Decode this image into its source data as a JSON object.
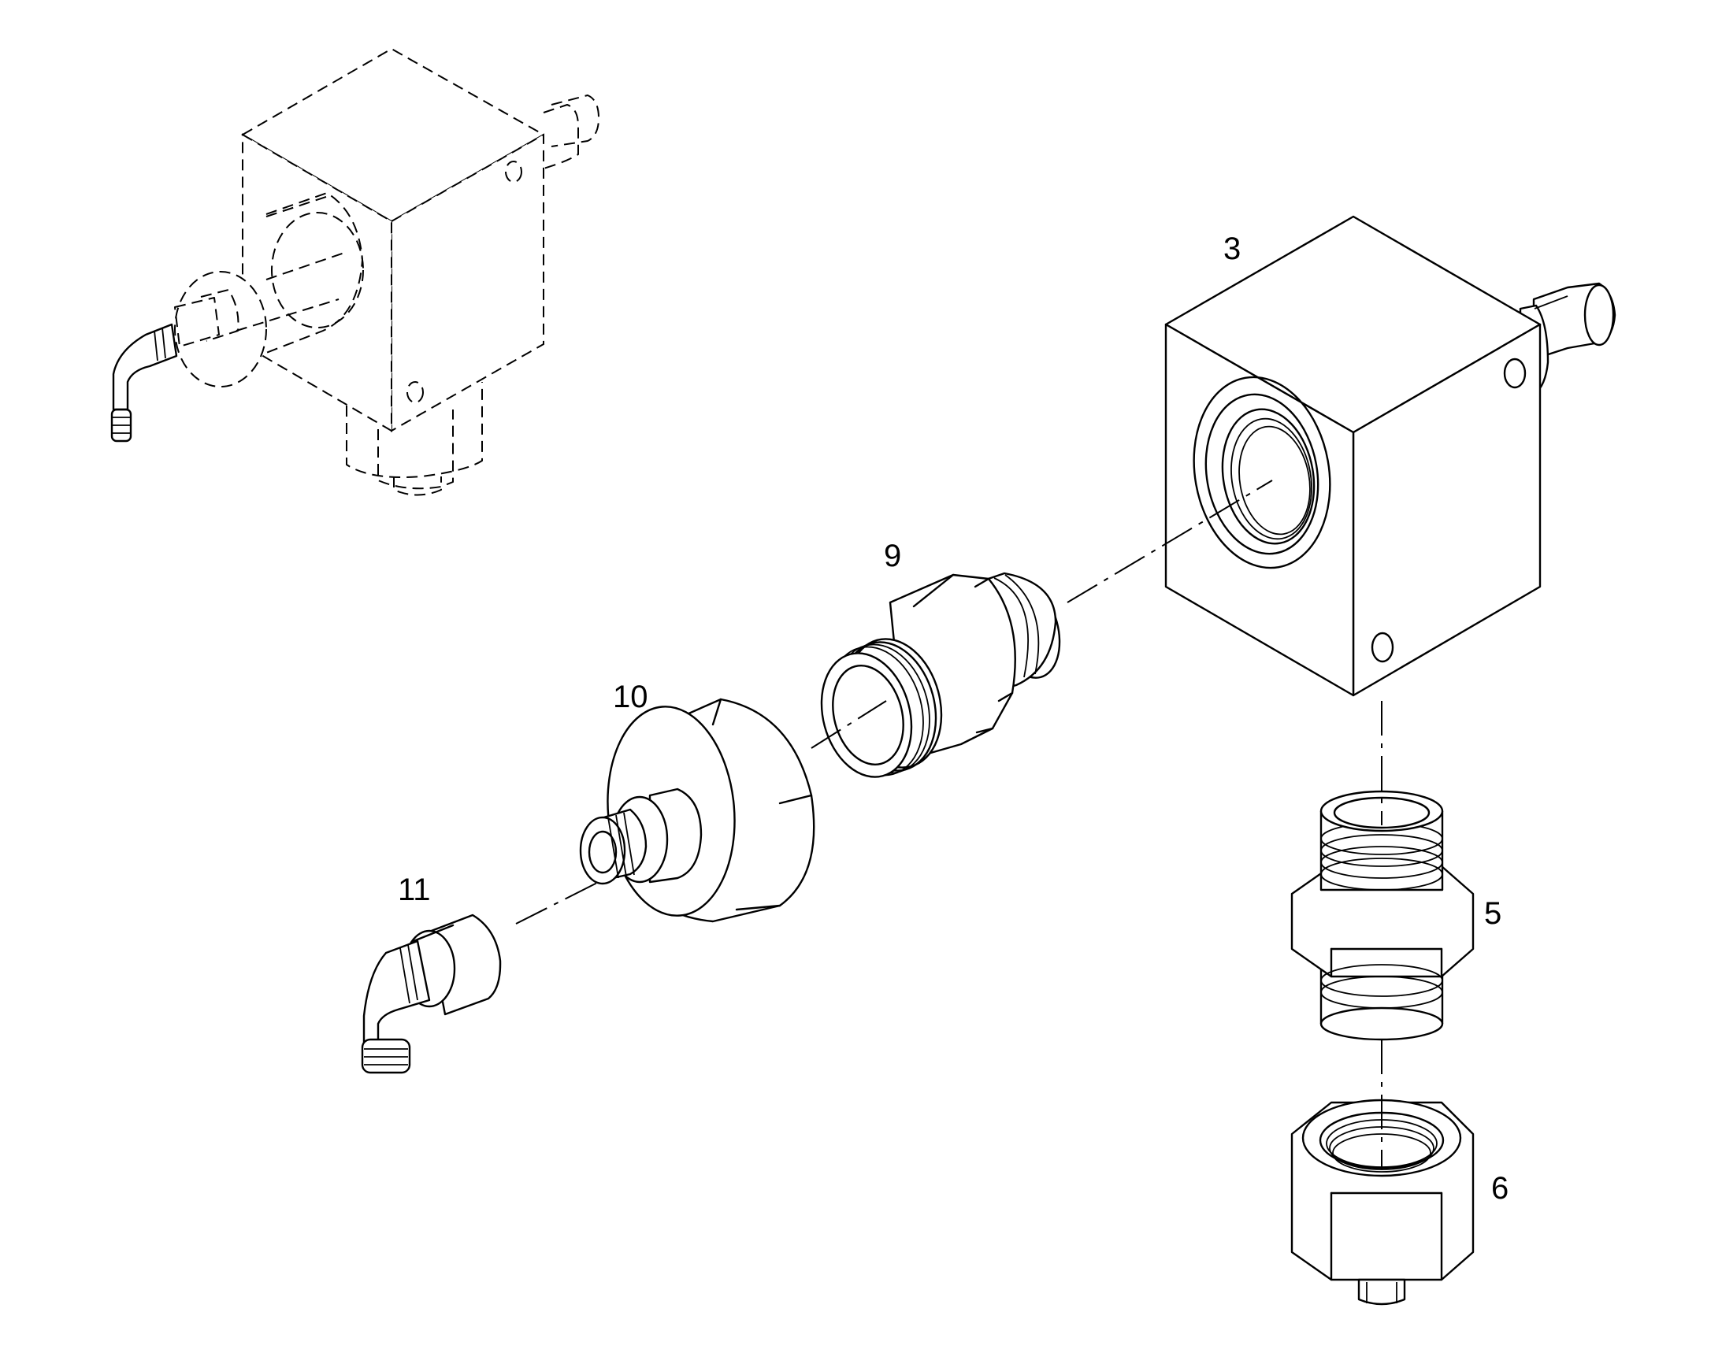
{
  "diagram": {
    "type": "exploded parts drawing",
    "labels": [
      {
        "id": "part-3",
        "text": "3"
      },
      {
        "id": "part-9",
        "text": "9"
      },
      {
        "id": "part-10",
        "text": "10"
      },
      {
        "id": "part-11",
        "text": "11"
      },
      {
        "id": "part-5",
        "text": "5"
      },
      {
        "id": "part-6",
        "text": "6"
      }
    ]
  }
}
